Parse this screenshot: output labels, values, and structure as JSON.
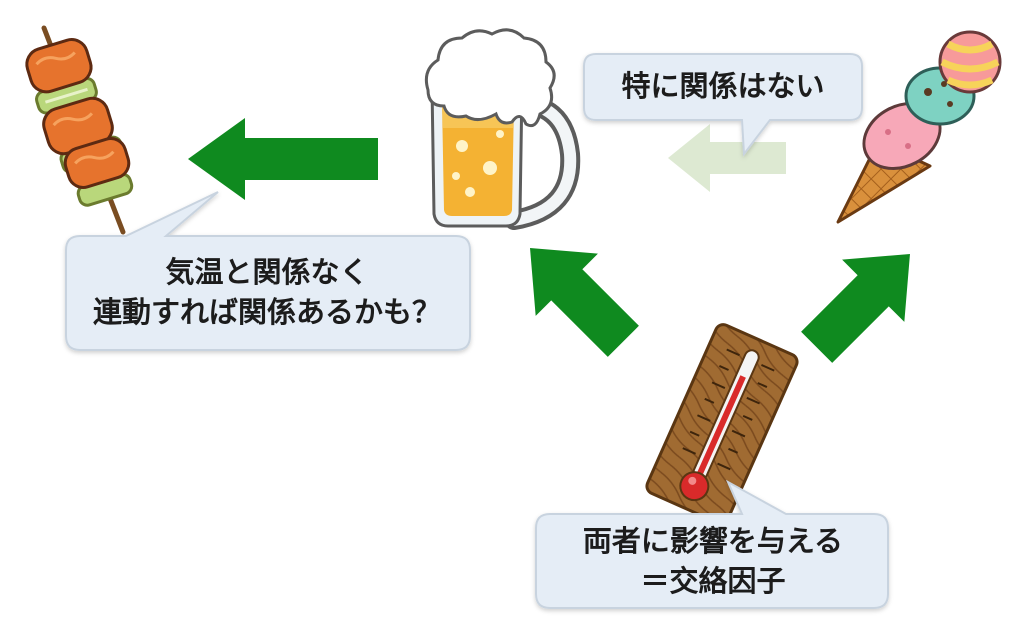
{
  "bubbles": {
    "no_relation": "特に関係はない",
    "temperature_linked": {
      "line1": "気温と関係なく",
      "line2": "連動すれば関係あるかも？"
    },
    "confounder": {
      "line1": "両者に影響を与える",
      "line2": "＝交絡因子"
    }
  },
  "nodes": {
    "skewer": "yakitori-icon",
    "beer": "beer-mug-icon",
    "ice_cream": "ice-cream-cone-icon",
    "thermometer": "thermometer-icon"
  },
  "colors": {
    "arrow_strong": "#0f8a1f",
    "arrow_faint": "#dde9d2",
    "bubble_fill": "#e5edf6",
    "bubble_stroke": "#c8d3df"
  }
}
